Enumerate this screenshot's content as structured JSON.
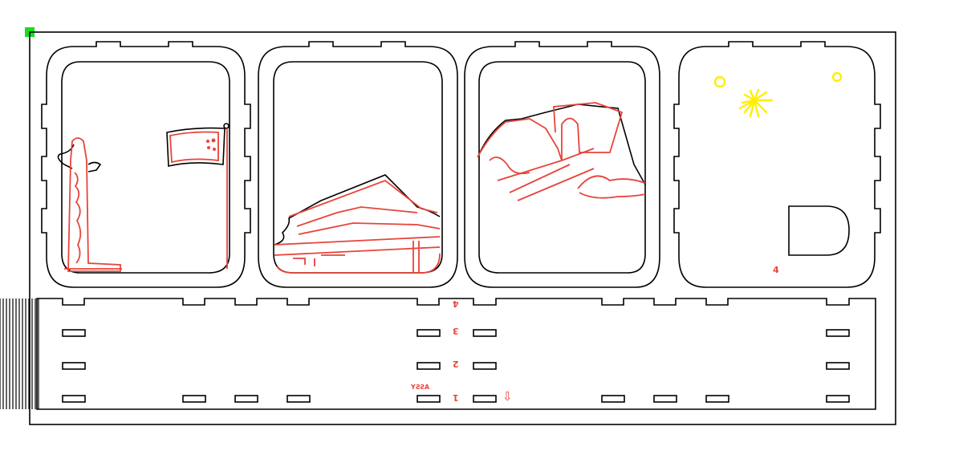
{
  "canvas": {
    "origin_marker_color": "#14e01a",
    "cut_color": "#000000",
    "engrave_color": "#e8443a",
    "score_color": "#ffee00"
  },
  "panels": [
    {
      "name": "panel-1",
      "theme": "monument-and-flag"
    },
    {
      "name": "panel-2",
      "theme": "tiananmen-gate"
    },
    {
      "name": "panel-3",
      "theme": "great-wall"
    },
    {
      "name": "panel-4",
      "theme": "fireworks",
      "label": "4"
    }
  ],
  "strip_labels": {
    "n4": "4",
    "n3": "3",
    "n2": "2",
    "n1": "1",
    "assy": "ASSY",
    "arrow": "⇩"
  }
}
